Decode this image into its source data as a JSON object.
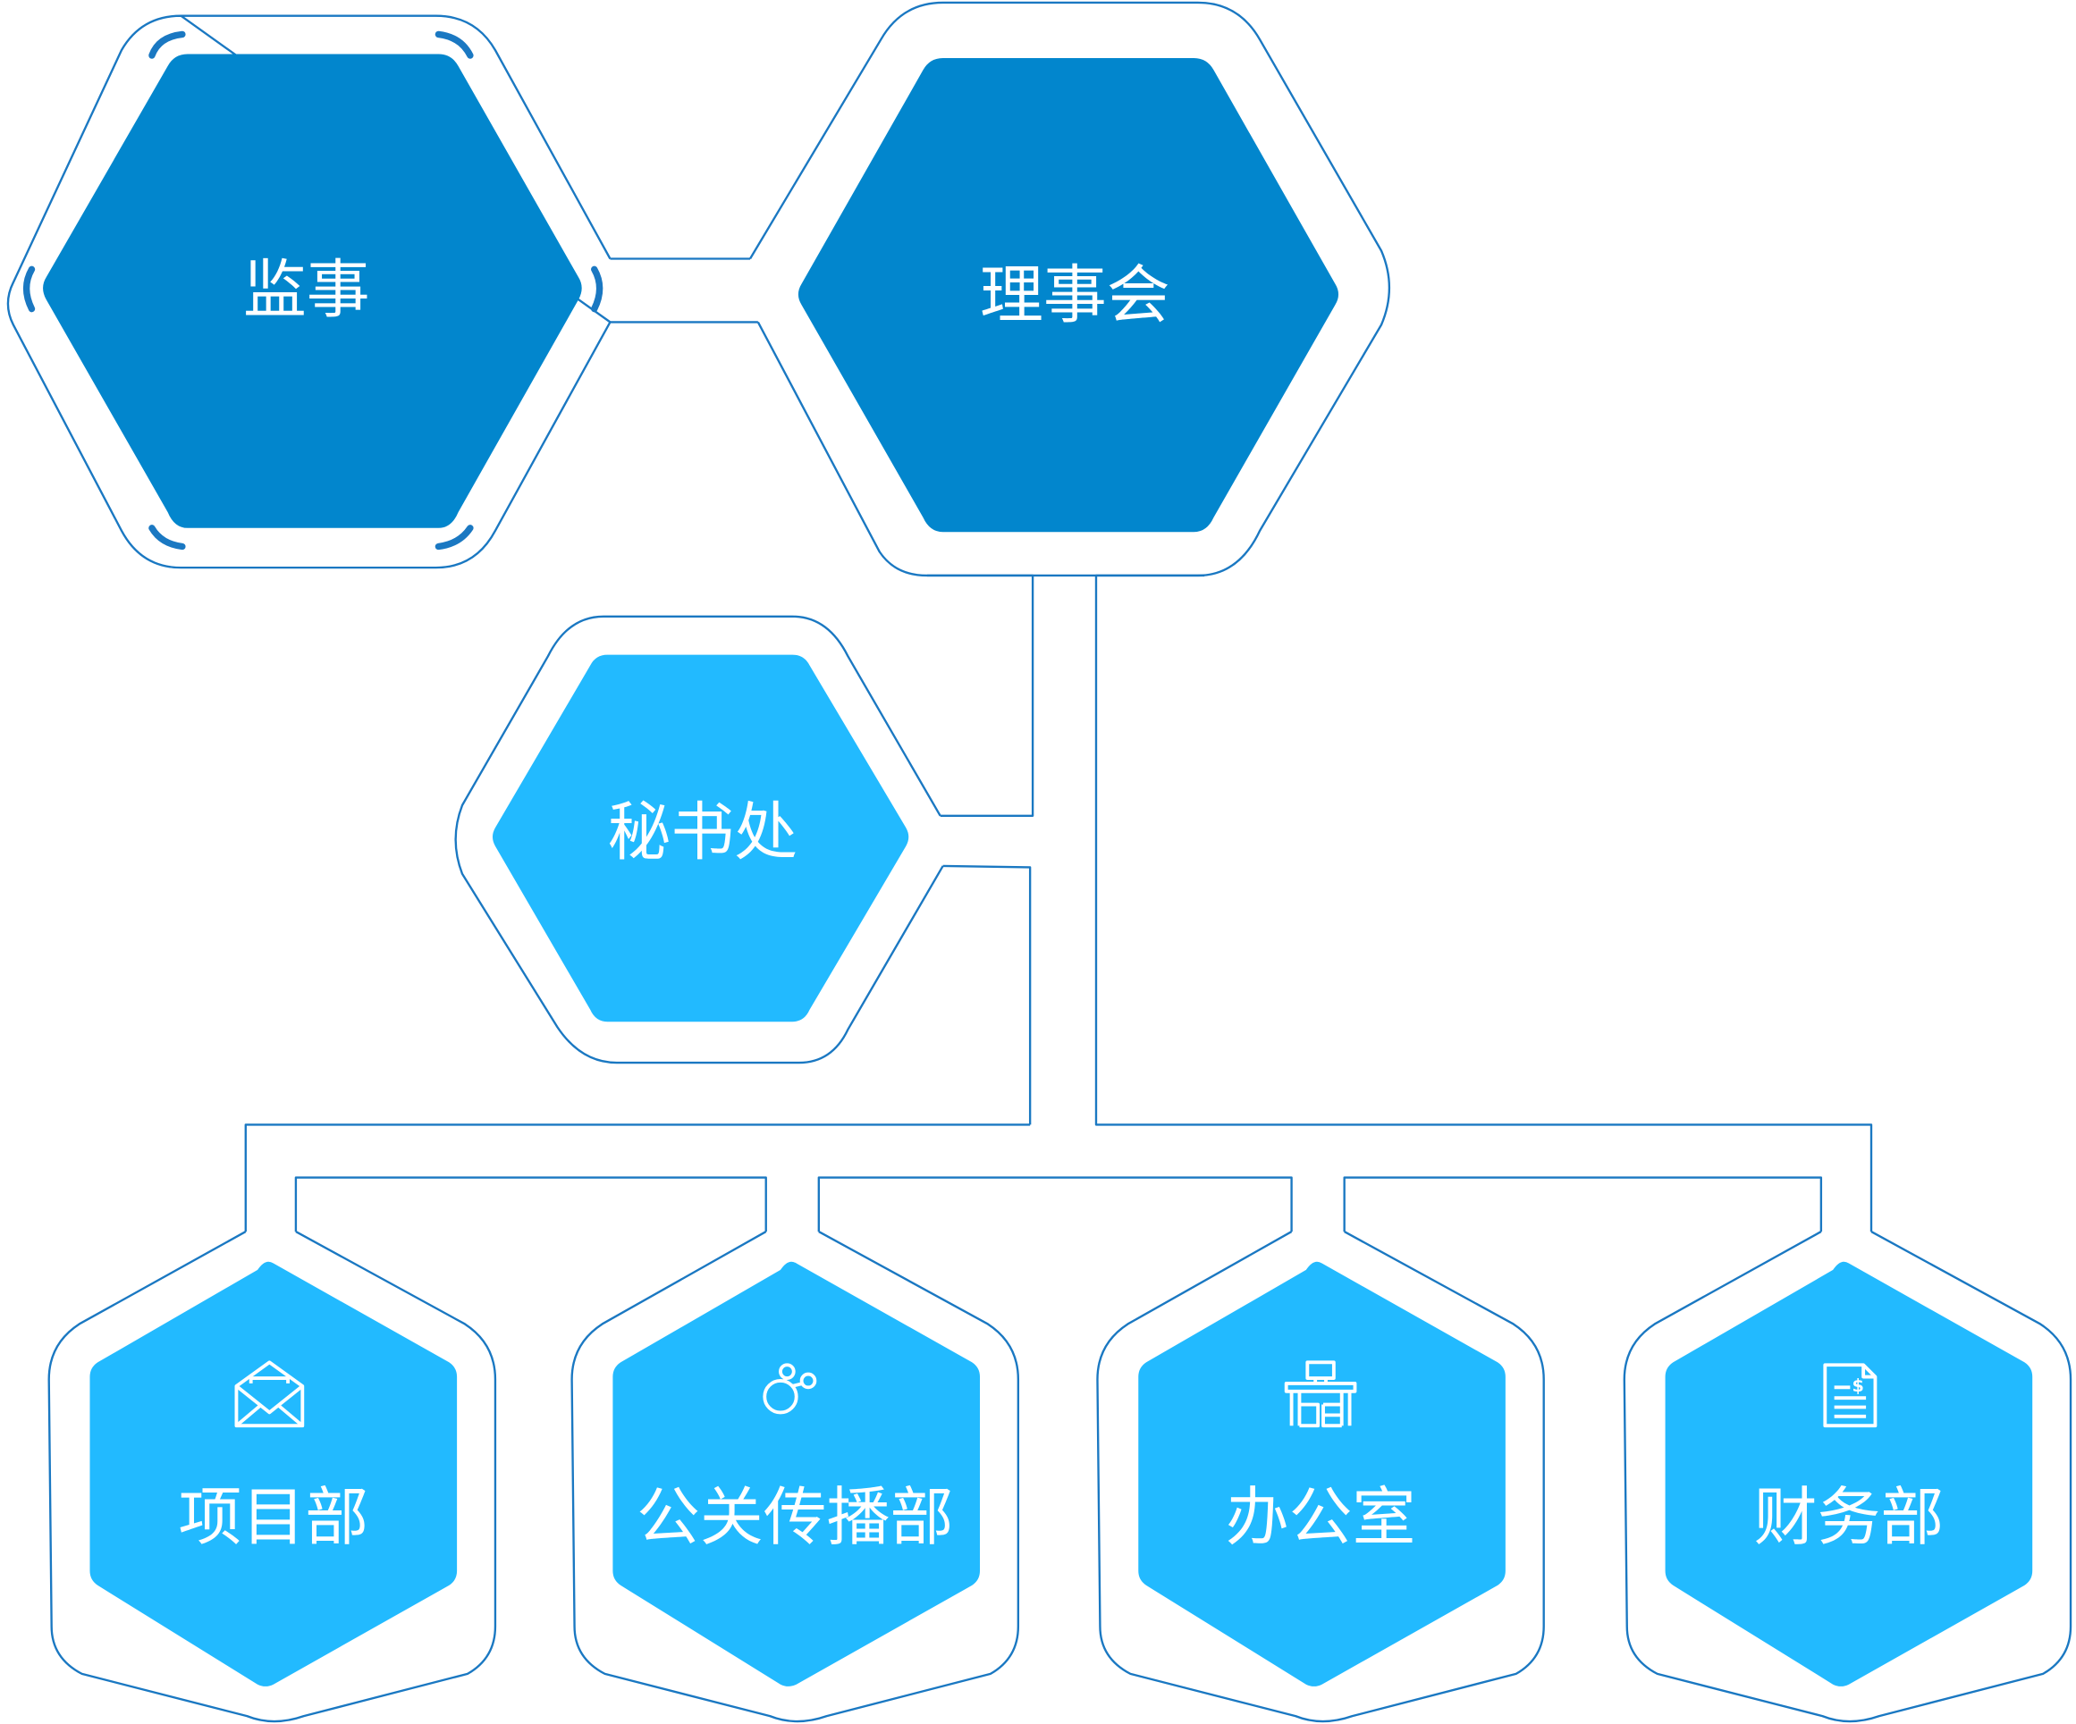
{
  "colors": {
    "outline": "#1a78c2",
    "dark_fill": "#0286cd",
    "light_fill": "#22baff",
    "text": "#ffffff",
    "background": "#ffffff"
  },
  "nodes": {
    "supervisor": {
      "label": "监事"
    },
    "council": {
      "label": "理事会"
    },
    "secretariat": {
      "label": "秘书处"
    },
    "projects": {
      "label": "项目部",
      "icon": "envelope-icon"
    },
    "pr": {
      "label": "公关传播部",
      "icon": "molecule-icon"
    },
    "office": {
      "label": "办公室",
      "icon": "desk-icon"
    },
    "finance": {
      "label": "财务部",
      "icon": "invoice-icon"
    }
  }
}
